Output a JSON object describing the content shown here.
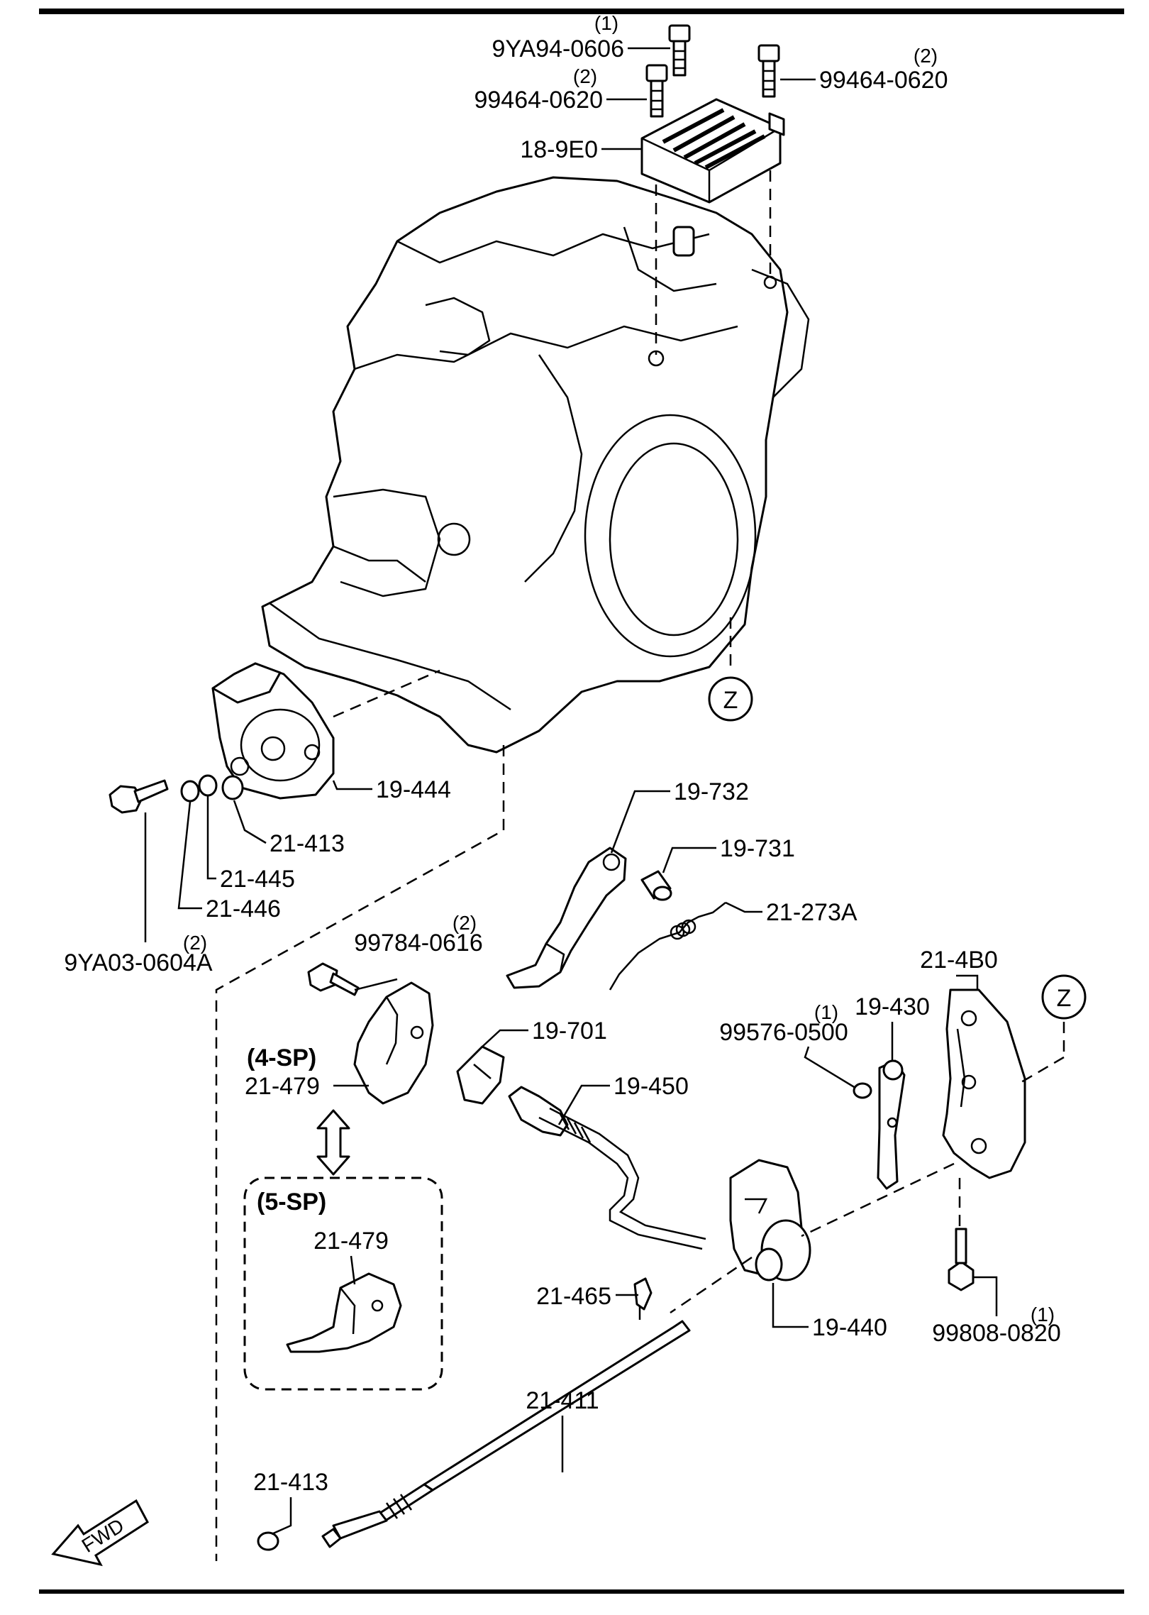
{
  "labels": {
    "p_9ya94_0606": {
      "code": "9YA94-0606",
      "qty": "(1)"
    },
    "p_99464_0620_left": {
      "code": "99464-0620",
      "qty": "(2)"
    },
    "p_99464_0620_right": {
      "code": "99464-0620",
      "qty": "(2)"
    },
    "p_18_9e0": {
      "code": "18-9E0"
    },
    "p_19_444": {
      "code": "19-444"
    },
    "p_21_413_top": {
      "code": "21-413"
    },
    "p_21_445": {
      "code": "21-445"
    },
    "p_21_446": {
      "code": "21-446"
    },
    "p_9ya03_0604a": {
      "code": "9YA03-0604A",
      "qty": "(2)"
    },
    "p_19_732": {
      "code": "19-732"
    },
    "p_19_731": {
      "code": "19-731"
    },
    "p_21_273a": {
      "code": "21-273A"
    },
    "p_99784_0616": {
      "code": "99784-0616",
      "qty": "(2)"
    },
    "p_21_4b0": {
      "code": "21-4B0"
    },
    "p_19_430": {
      "code": "19-430"
    },
    "p_99576_0500": {
      "code": "99576-0500",
      "qty": "(1)"
    },
    "p_19_701": {
      "code": "19-701"
    },
    "p_19_450": {
      "code": "19-450"
    },
    "p_21_479_4sp": {
      "code": "21-479",
      "variant": "(4-SP)"
    },
    "p_21_479_5sp": {
      "code": "21-479",
      "variant": "(5-SP)"
    },
    "p_21_465": {
      "code": "21-465"
    },
    "p_19_440": {
      "code": "19-440"
    },
    "p_99808_0820": {
      "code": "99808-0820",
      "qty": "(1)"
    },
    "p_21_411": {
      "code": "21-411"
    },
    "p_21_413_bottom": {
      "code": "21-413"
    }
  },
  "reference_markers": {
    "z_top": "Z",
    "z_right": "Z"
  },
  "direction_arrow": {
    "label": "FWD"
  },
  "colors": {
    "ink": "#000000",
    "paper": "#ffffff"
  }
}
